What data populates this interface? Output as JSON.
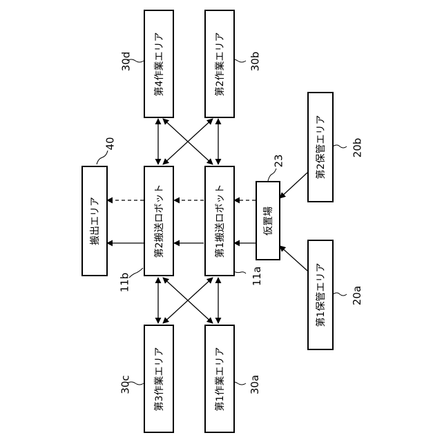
{
  "boxes": {
    "work4": "第4作業エリア",
    "work2": "第2作業エリア",
    "work3": "第3作業エリア",
    "work1": "第1作業エリア",
    "robot2": "第2搬送ロボット",
    "robot1": "第1搬送ロボット",
    "unload": "搬出エリア",
    "temp": "仮置場",
    "storage2": "第2保管エリア",
    "storage1": "第1保管エリア"
  },
  "refs": {
    "work4": "30d",
    "work2": "30b",
    "work3": "30c",
    "work1": "30a",
    "robot2": "11b",
    "robot1": "11a",
    "unload": "40",
    "temp": "23",
    "storage2": "20b",
    "storage1": "20a"
  }
}
